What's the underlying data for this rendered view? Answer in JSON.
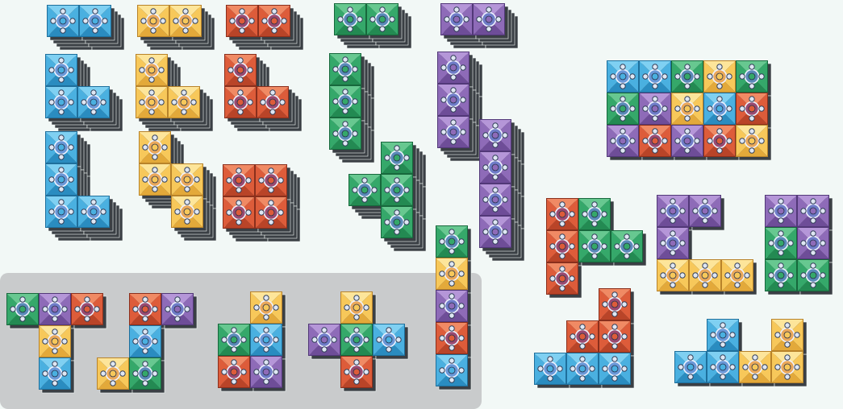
{
  "palette": {
    "blue": {
      "face": "#4ab0e0",
      "light": "#7fd0f2",
      "dark": "#2a8cc0",
      "edge": "#1e6f9c",
      "emblem": "#6a98d8"
    },
    "yellow": {
      "face": "#f7c85a",
      "light": "#fde59a",
      "dark": "#e3a93a",
      "edge": "#b8832a",
      "emblem": "#eaa85a"
    },
    "red": {
      "face": "#dd5c3a",
      "light": "#f08a64",
      "dark": "#b94428",
      "edge": "#8a2f1c",
      "emblem": "#9a4a70"
    },
    "green": {
      "face": "#35a86a",
      "light": "#67c890",
      "dark": "#238a52",
      "edge": "#17683c",
      "emblem": "#5a8ab8"
    },
    "purple": {
      "face": "#8e6bb8",
      "light": "#b596d8",
      "dark": "#6e4d98",
      "edge": "#523878",
      "emblem": "#6f7cc8"
    }
  },
  "background": "#f2f8f6",
  "tray": {
    "color": "#c9cbcc"
  },
  "stack_shadow": "#3a3f44",
  "pieces": [
    {
      "id": "stack-blue-domino",
      "layers": 4,
      "color": "blue"
    },
    {
      "id": "stack-blue-l-small",
      "layers": 4,
      "color": "blue"
    },
    {
      "id": "stack-blue-l-large",
      "layers": 4,
      "color": "blue"
    },
    {
      "id": "stack-yellow-domino",
      "layers": 4,
      "color": "yellow"
    },
    {
      "id": "stack-yellow-l-small",
      "layers": 4,
      "color": "yellow"
    },
    {
      "id": "stack-yellow-s",
      "layers": 4,
      "color": "yellow"
    },
    {
      "id": "stack-red-domino",
      "layers": 4,
      "color": "red"
    },
    {
      "id": "stack-red-l-small",
      "layers": 4,
      "color": "red"
    },
    {
      "id": "stack-red-square",
      "layers": 4,
      "color": "red"
    },
    {
      "id": "stack-green-domino",
      "layers": 4,
      "color": "green"
    },
    {
      "id": "stack-green-bar",
      "layers": 4,
      "color": "green"
    },
    {
      "id": "stack-green-t",
      "layers": 4,
      "color": "green"
    },
    {
      "id": "stack-purple-domino",
      "layers": 4,
      "color": "purple"
    },
    {
      "id": "stack-purple-bar3",
      "layers": 4,
      "color": "purple"
    },
    {
      "id": "stack-purple-bar4",
      "layers": 4,
      "color": "purple"
    },
    {
      "id": "tray-t-piece",
      "layers": 1,
      "colors": [
        "green",
        "purple",
        "red",
        "yellow",
        "blue"
      ]
    },
    {
      "id": "tray-s-piece",
      "layers": 1,
      "colors": [
        "red",
        "purple",
        "blue",
        "yellow",
        "green"
      ]
    },
    {
      "id": "tray-zig-piece",
      "layers": 1,
      "colors": [
        "yellow",
        "green",
        "blue",
        "red",
        "purple"
      ]
    },
    {
      "id": "tray-plus-piece",
      "layers": 1,
      "colors": [
        "yellow",
        "purple",
        "green",
        "blue",
        "red"
      ]
    },
    {
      "id": "mixed-column",
      "layers": 1,
      "colors": [
        "green",
        "yellow",
        "purple",
        "red",
        "blue"
      ]
    },
    {
      "id": "grid-3x5",
      "layers": 1,
      "colors": [
        "blue",
        "blue",
        "green",
        "yellow",
        "green",
        "green",
        "purple",
        "yellow",
        "blue",
        "red",
        "purple",
        "red",
        "purple",
        "red",
        "yellow"
      ]
    },
    {
      "id": "right-l-green-red",
      "layers": 1,
      "colors": [
        "red",
        "green",
        "red",
        "green",
        "green",
        "red"
      ]
    },
    {
      "id": "right-purple-yellow",
      "layers": 1,
      "colors": [
        "purple",
        "purple",
        "purple",
        "yellow",
        "yellow",
        "yellow"
      ]
    },
    {
      "id": "right-purple-green",
      "layers": 1,
      "colors": [
        "purple",
        "purple",
        "green",
        "purple",
        "green",
        "green"
      ]
    },
    {
      "id": "right-red-blue",
      "layers": 1,
      "colors": [
        "red",
        "red",
        "red",
        "blue",
        "blue",
        "blue"
      ]
    },
    {
      "id": "right-blue-yellow",
      "layers": 1,
      "colors": [
        "blue",
        "blue",
        "blue",
        "yellow",
        "yellow",
        "yellow"
      ]
    }
  ]
}
